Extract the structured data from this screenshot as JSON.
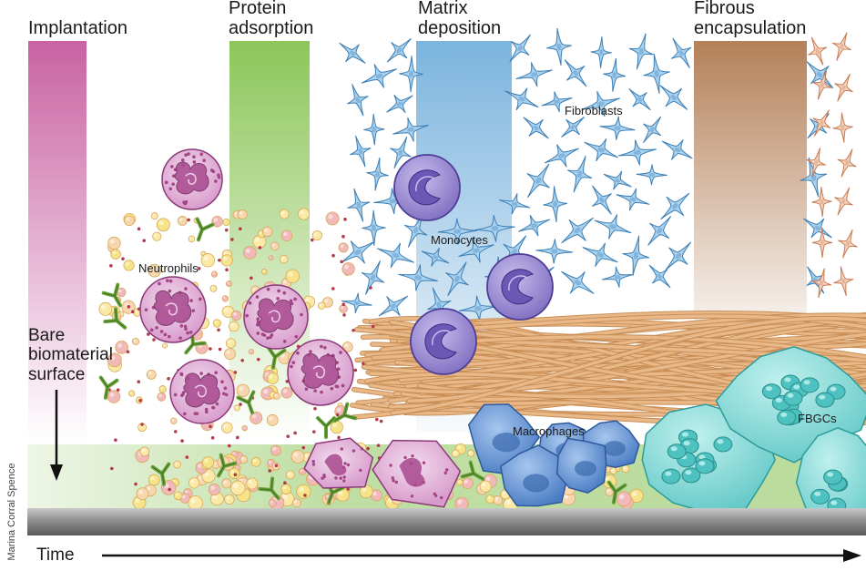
{
  "stages": [
    {
      "id": "implantation",
      "title": "Implantation",
      "color": "#c65a9e"
    },
    {
      "id": "protein",
      "title": "Protein\nadsorption",
      "color": "#8cc45a"
    },
    {
      "id": "matrix",
      "title": "Matrix\ndeposition",
      "color": "#7fb6de"
    },
    {
      "id": "fibrous",
      "title": "Fibrous\nencapsulation",
      "color": "#b8805a"
    }
  ],
  "labels": {
    "neutrophils": "Neutrophils",
    "monocytes": "Monocytes",
    "fibroblasts": "Fibroblasts",
    "macrophages": "Macrophages",
    "fbgcs": "FBGCs",
    "bare": "Bare\nbiomaterial\nsurface",
    "time": "Time",
    "credit": "Marina Corral Spence"
  },
  "colors": {
    "neutrophil_fill": "#e6b8dc",
    "neutrophil_nucleus": "#a8488e",
    "monocyte_fill": "#9b8ad0",
    "fibroblast_fill": "#a9d2ee",
    "fiber": "#e8b888",
    "macrophage_fill": "#5d8fd2",
    "fbgc_fill": "#7fd6d4",
    "antibody": "#6aa03a",
    "protein_yellow": "#f5e48a",
    "substrate": "#8a8a8a"
  }
}
